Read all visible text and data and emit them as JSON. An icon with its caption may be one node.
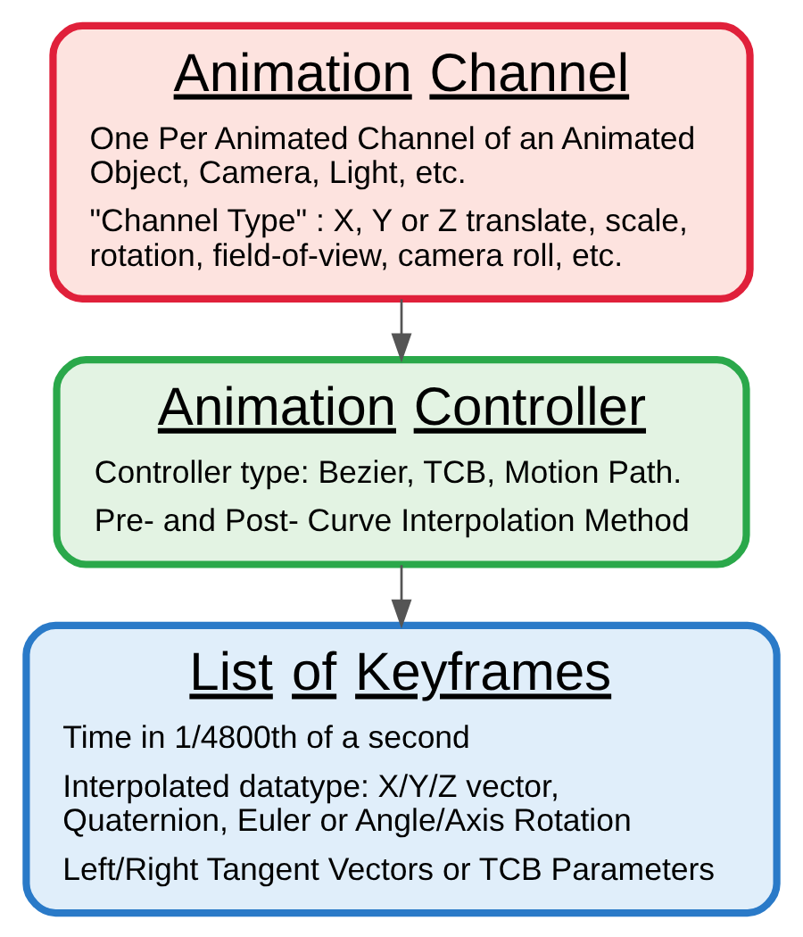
{
  "diagram": {
    "nodes": [
      {
        "text": [
          "Animation Channel",
          "One Per Animated Channel of an Animated Object, Camera, Light, etc.",
          "\"Channel Type\" : X, Y or Z translate, scale, rotation, field-of-view, camera roll, etc."
        ]
      },
      {
        "text": [
          "Animation Controller",
          "Controller type: Bezier, TCB, Motion Path.",
          "Pre- and Post- Curve Interpolation Method"
        ]
      },
      {
        "text": [
          "List of Keyframes",
          "Time in 1/4800th of a second",
          "Interpolated datatype: X/Y/Z vector, Quaternion, Euler or Angle/Axis Rotation",
          "Left/Right Tangent Vectors or TCB Parameters"
        ]
      }
    ],
    "edges": [
      {
        "from": 0,
        "to": 1,
        "arrow": "to"
      },
      {
        "from": 1,
        "to": 2,
        "arrow": "to"
      }
    ]
  }
}
